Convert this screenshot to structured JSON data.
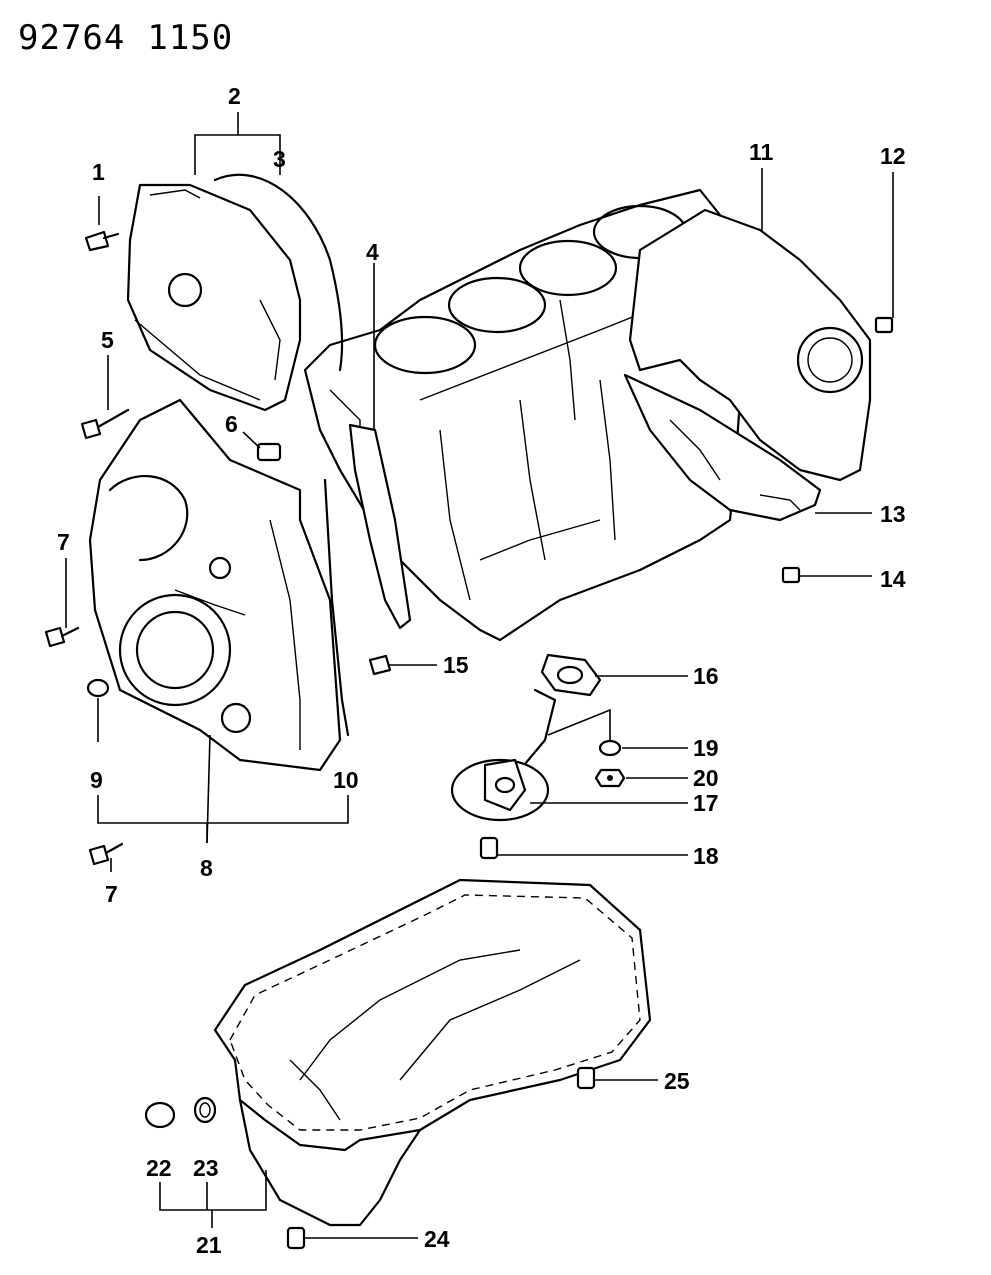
{
  "header": {
    "doc_number": "92764",
    "page_code": "1150"
  },
  "callouts": [
    "1",
    "2",
    "3",
    "4",
    "5",
    "6",
    "7",
    "7",
    "8",
    "9",
    "10",
    "11",
    "12",
    "13",
    "14",
    "15",
    "16",
    "17",
    "18",
    "19",
    "20",
    "21",
    "22",
    "23",
    "24",
    "25"
  ]
}
